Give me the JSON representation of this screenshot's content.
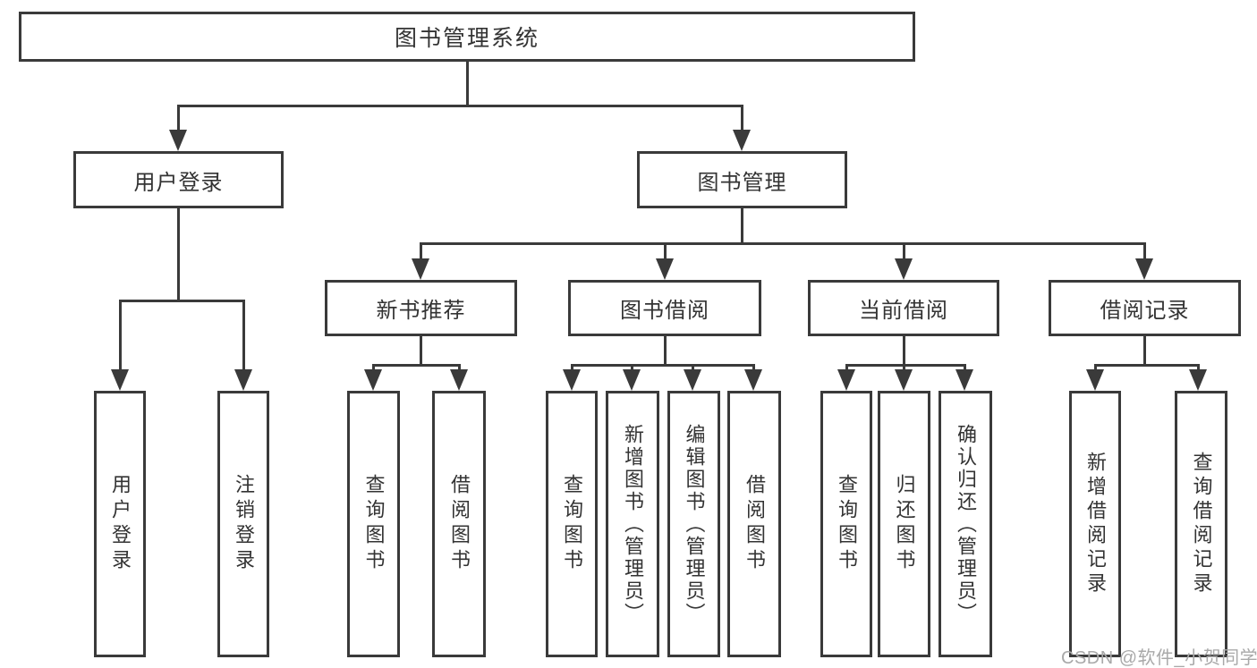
{
  "diagram": {
    "root": {
      "label": "图书管理系统"
    },
    "level2": [
      {
        "id": "user-login",
        "label": "用户登录"
      },
      {
        "id": "book-management",
        "label": "图书管理"
      }
    ],
    "level3": [
      {
        "id": "new-book-recommend",
        "label": "新书推荐"
      },
      {
        "id": "book-borrowing",
        "label": "图书借阅"
      },
      {
        "id": "current-borrowing",
        "label": "当前借阅"
      },
      {
        "id": "borrowing-records",
        "label": "借阅记录"
      }
    ],
    "level4": [
      {
        "id": "user-login-leaf",
        "label": "用户登录"
      },
      {
        "id": "logout",
        "label": "注销登录"
      },
      {
        "id": "query-books-recommend",
        "label": "查询图书"
      },
      {
        "id": "borrow-books-recommend",
        "label": "借阅图书"
      },
      {
        "id": "query-books-borrowing",
        "label": "查询图书"
      },
      {
        "id": "add-books-admin",
        "label": "新增图书（管理员）"
      },
      {
        "id": "edit-books-admin",
        "label": "编辑图书（管理员）"
      },
      {
        "id": "borrow-books-borrowing",
        "label": "借阅图书"
      },
      {
        "id": "query-books-current",
        "label": "查询图书"
      },
      {
        "id": "return-books",
        "label": "归还图书"
      },
      {
        "id": "confirm-return-admin",
        "label": "确认归还（管理员）"
      },
      {
        "id": "add-borrow-record",
        "label": "新增借阅记录"
      },
      {
        "id": "query-borrow-record",
        "label": "查询借阅记录"
      }
    ]
  },
  "watermark": "CSDN @软件_小贺同学",
  "colors": {
    "line": "#3a3a3a",
    "text": "#333333",
    "box_fill": "#ffffff",
    "background": "#ffffff",
    "watermark": "#a9a9a9"
  }
}
